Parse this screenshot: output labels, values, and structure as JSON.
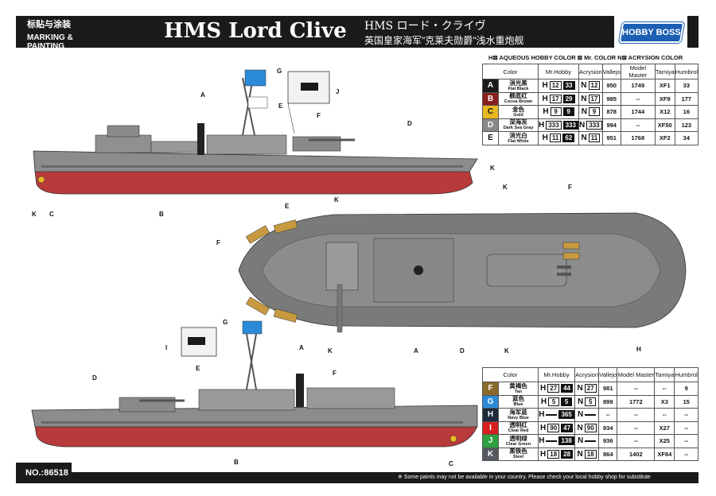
{
  "header": {
    "label_cn": "标贴与涂装",
    "label_en": "MARKING & PAINTING",
    "title": "HMS Lord Clive",
    "title_jp": "HMS ロード・クライヴ",
    "title_cn": "英国皇家海军\"克莱夫勋爵\"浅水重炮舰",
    "brand": "HOBBY BOSS"
  },
  "legend_line": "H⊠ AQUEOUS HOBBY COLOR   ⊠ Mr. COLOR   N⊠ ACRYSION COLOR",
  "table_headers": [
    "Color",
    "Mr.Hobby",
    "Acrysion",
    "Vallejo",
    "Model Master",
    "Tamiya",
    "Humbrol"
  ],
  "colors_top": [
    {
      "letter": "A",
      "swatch": "#1a1a1a",
      "letter_color": "#ffffff",
      "cn": "消光黑",
      "en": "Flat Black",
      "h1": "12",
      "h2": "33",
      "n": "12",
      "vallejo": "950",
      "mm": "1749",
      "tamiya": "XF1",
      "humbrol": "33"
    },
    {
      "letter": "B",
      "swatch": "#8b2020",
      "letter_color": "#ffffff",
      "cn": "舰底红",
      "en": "Cocoa Brown",
      "h1": "17",
      "h2": "29",
      "n": "17",
      "vallejo": "985",
      "mm": "--",
      "tamiya": "XF9",
      "humbrol": "177"
    },
    {
      "letter": "C",
      "swatch": "#e8b820",
      "letter_color": "#111111",
      "cn": "金色",
      "en": "Gold",
      "h1": "9",
      "h2": "9",
      "n": "9",
      "vallejo": "878",
      "mm": "1744",
      "tamiya": "X12",
      "humbrol": "16"
    },
    {
      "letter": "D",
      "swatch": "#8a8a8a",
      "letter_color": "#ffffff",
      "cn": "深海灰",
      "en": "Dark Sea Gray",
      "h1": "333",
      "h2": "333",
      "n": "333",
      "vallejo": "994",
      "mm": "--",
      "tamiya": "XF50",
      "humbrol": "123"
    },
    {
      "letter": "E",
      "swatch": "#ffffff",
      "letter_color": "#111111",
      "cn": "消光白",
      "en": "Flat White",
      "h1": "11",
      "h2": "62",
      "n": "11",
      "vallejo": "951",
      "mm": "1768",
      "tamiya": "XF2",
      "humbrol": "34"
    }
  ],
  "colors_bottom": [
    {
      "letter": "F",
      "swatch": "#8a6a2a",
      "letter_color": "#ffffff",
      "cn": "黄褐色",
      "en": "Tan",
      "h1": "27",
      "h2": "44",
      "n": "27",
      "vallejo": "981",
      "mm": "--",
      "tamiya": "--",
      "humbrol": "9"
    },
    {
      "letter": "G",
      "swatch": "#2a8ad8",
      "letter_color": "#ffffff",
      "cn": "蓝色",
      "en": "Blue",
      "h1": "5",
      "h2": "5",
      "n": "5",
      "vallejo": "899",
      "mm": "1772",
      "tamiya": "X3",
      "humbrol": "15"
    },
    {
      "letter": "H",
      "swatch": "#1f2a3a",
      "letter_color": "#ffffff",
      "cn": "海军蓝",
      "en": "Navy Blue",
      "h1": "",
      "h2": "365",
      "n": "",
      "vallejo": "--",
      "mm": "--",
      "tamiya": "--",
      "humbrol": "--"
    },
    {
      "letter": "I",
      "swatch": "#d82020",
      "letter_color": "#ffffff",
      "cn": "透明红",
      "en": "Clear Red",
      "h1": "90",
      "h2": "47",
      "n": "90",
      "vallejo": "934",
      "mm": "--",
      "tamiya": "X27",
      "humbrol": "--"
    },
    {
      "letter": "J",
      "swatch": "#30a040",
      "letter_color": "#ffffff",
      "cn": "透明绿",
      "en": "Clear Green",
      "h1": "",
      "h2": "138",
      "n": "",
      "vallejo": "936",
      "mm": "--",
      "tamiya": "X25",
      "humbrol": "--"
    },
    {
      "letter": "K",
      "swatch": "#555a60",
      "letter_color": "#ffffff",
      "cn": "黑铁色",
      "en": "Steel",
      "h1": "18",
      "h2": "28",
      "n": "18",
      "vallejo": "864",
      "mm": "1402",
      "tamiya": "XF84",
      "humbrol": "--"
    }
  ],
  "footer": {
    "number": "NO.:86518",
    "note": "※ Some paints may not be available in your country. Please check your local hobby shop for substitute"
  },
  "callouts": [
    "A",
    "B",
    "C",
    "D",
    "E",
    "F",
    "G",
    "H",
    "I",
    "J",
    "K"
  ]
}
